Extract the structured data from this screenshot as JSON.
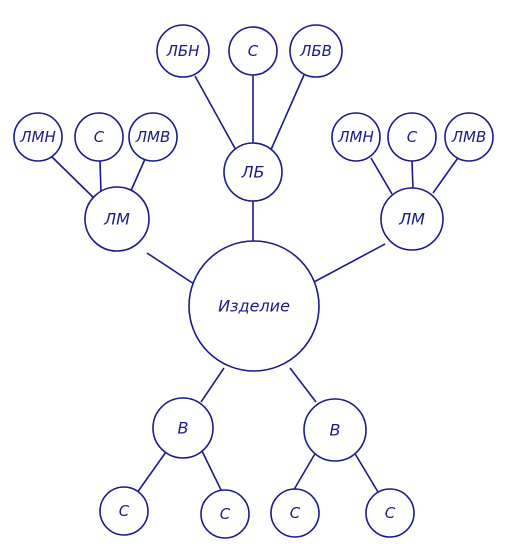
{
  "diagram": {
    "root": "Изделие",
    "top_group": {
      "label": "ЛБ",
      "children": [
        "ЛБН",
        "С",
        "ЛБВ"
      ]
    },
    "left_group": {
      "label": "ЛМ",
      "children": [
        "ЛМН",
        "С",
        "ЛМВ"
      ]
    },
    "right_group": {
      "label": "ЛМ",
      "children": [
        "ЛМН",
        "С",
        "ЛМВ"
      ]
    },
    "bottom_left_group": {
      "label": "В",
      "children": [
        "С",
        "С"
      ]
    },
    "bottom_right_group": {
      "label": "В",
      "children": [
        "С",
        "С"
      ]
    }
  },
  "colors": {
    "stroke": "#1a1a8c",
    "fill": "#ffffff"
  }
}
